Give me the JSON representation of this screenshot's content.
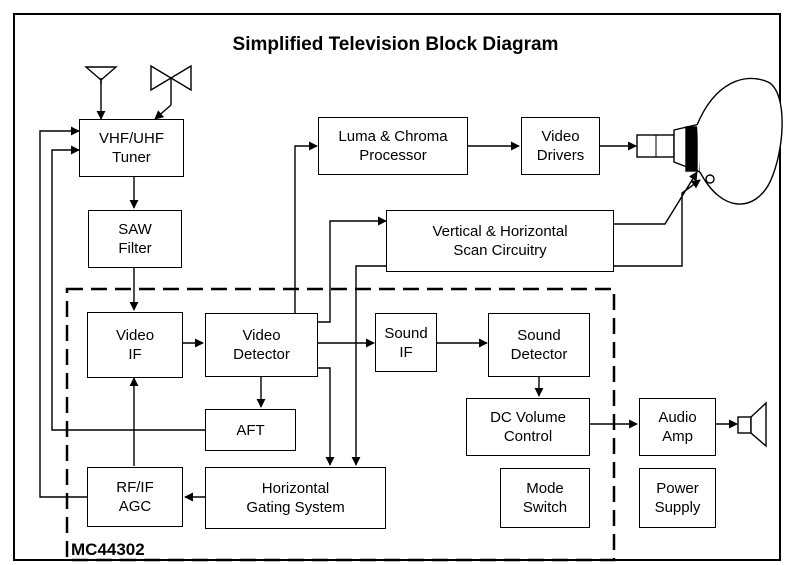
{
  "title": "Simplified Television Block Diagram",
  "chip_label": "MC44302",
  "blocks": {
    "tuner": [
      "VHF/UHF",
      "Tuner"
    ],
    "saw": [
      "SAW",
      "Filter"
    ],
    "video_if": [
      "Video",
      "IF"
    ],
    "video_detector": [
      "Video",
      "Detector"
    ],
    "aft": [
      "AFT"
    ],
    "rfif_agc": [
      "RF/IF",
      "AGC"
    ],
    "horizontal_gating": [
      "Horizontal",
      "Gating System"
    ],
    "luma_chroma": [
      "Luma & Chroma",
      "Processor"
    ],
    "video_drivers": [
      "Video",
      "Drivers"
    ],
    "scan": [
      "Vertical & Horizontal",
      "Scan Circuitry"
    ],
    "sound_if": [
      "Sound",
      "IF"
    ],
    "sound_detector": [
      "Sound",
      "Detector"
    ],
    "dc_volume": [
      "DC Volume",
      "Control"
    ],
    "audio_amp": [
      "Audio",
      "Amp"
    ],
    "mode_switch": [
      "Mode",
      "Switch"
    ],
    "power_supply": [
      "Power",
      "Supply"
    ]
  },
  "icons": [
    "uhf-antenna-icon",
    "vhf-antenna-icon",
    "crt-tube-icon",
    "speaker-icon"
  ]
}
